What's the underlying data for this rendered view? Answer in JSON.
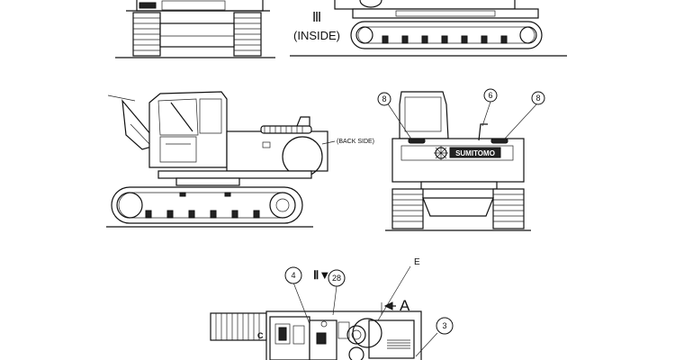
{
  "labels": {
    "section_roman": "Ⅲ",
    "inside": "(INSIDE)",
    "back_side": "(BACK SIDE)",
    "brand": "SUMITOMO",
    "view_e": "E",
    "view_a": "A",
    "roman_small": "Ⅱ▼",
    "letter_c": "C"
  },
  "callouts": {
    "rear_left": "8",
    "rear_mid": "6",
    "rear_right": "8",
    "top_1": "4",
    "top_2": "28",
    "top_3": "3"
  }
}
